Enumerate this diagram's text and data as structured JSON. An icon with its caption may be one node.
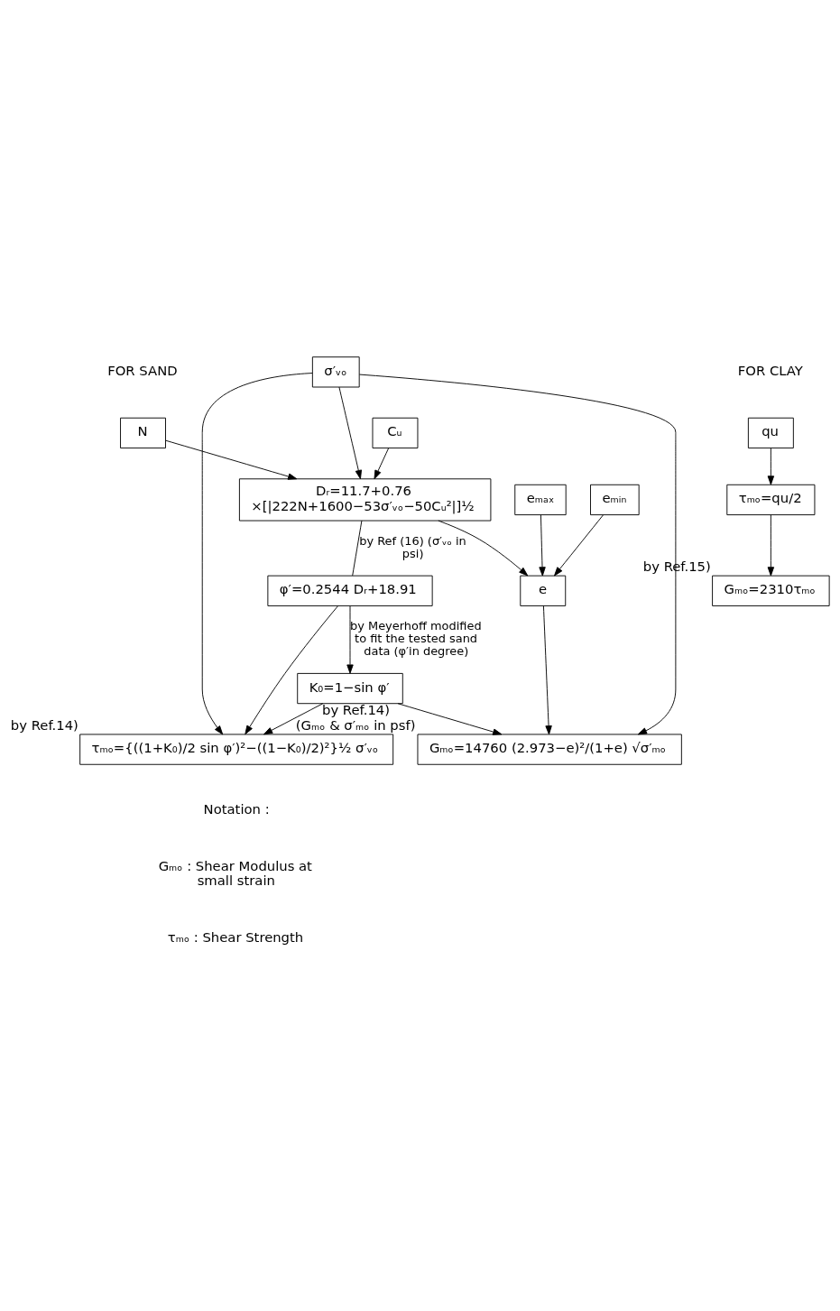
{
  "diagram": {
    "nodes": [
      {
        "text": [
          "σ′ᵥₒ"
        ]
      },
      {
        "text": [
          "N"
        ]
      },
      {
        "text": [
          "Cᵤ"
        ]
      },
      {
        "text": [
          "eₘₐₓ"
        ]
      },
      {
        "text": [
          "eₘᵢₙ"
        ]
      },
      {
        "text": [
          "qu"
        ]
      },
      {
        "text": [
          "Dᵣ=11.7+0.76 ×[|222N+1600−53σ′ᵥₒ−50Cᵤ²|]½"
        ]
      },
      {
        "text": [
          "φ′=0.2544 Dᵣ+18.91"
        ]
      },
      {
        "text": [
          "K₀=1−sin φ′"
        ]
      },
      {
        "text": [
          "e"
        ]
      },
      {
        "text": [
          "Gₘₒ=14760 (2.973−e)²/(1+e) √σ′ₘₒ"
        ],
        "beside": [
          "by Ref.14)",
          "(Gₘₒ & σ′ₘₒ in psf)"
        ]
      },
      {
        "text": [
          "τₘₒ={((1+K₀)/2 sin φ′)²−((1−K₀)/2)²}½ σ′ᵥₒ"
        ],
        "beside": [
          "by Ref.14)"
        ]
      },
      {
        "text": [
          "τₘₒ=qu/2"
        ]
      },
      {
        "text": [
          "Gₘₒ=2310τₘₒ"
        ],
        "beside": [
          "by Ref.15)"
        ]
      }
    ],
    "edges": [
      {
        "from": 0,
        "to": 6,
        "arrow": "to"
      },
      {
        "from": 1,
        "to": 6,
        "arrow": "to"
      },
      {
        "from": 2,
        "to": 6,
        "arrow": "to"
      },
      {
        "from": 3,
        "to": 9,
        "arrow": "to"
      },
      {
        "from": 4,
        "to": 9,
        "arrow": "to"
      },
      {
        "from": 6,
        "to": 9,
        "arrow": "to"
      },
      {
        "from": 6,
        "to": 7,
        "arrow": "none",
        "label": "by Ref (16) (σ′ᵥₒ in psi)"
      },
      {
        "from": 7,
        "to": 8,
        "arrow": "to",
        "label": "by Meyerhoff modified to fit the tested sand data (φ′in degree)"
      },
      {
        "from": 0,
        "to": 10,
        "arrow": "to"
      },
      {
        "from": 8,
        "to": 10,
        "arrow": "to"
      },
      {
        "from": 9,
        "to": 10,
        "arrow": "to"
      },
      {
        "from": 0,
        "to": 11,
        "arrow": "to"
      },
      {
        "from": 7,
        "to": 11,
        "arrow": "to"
      },
      {
        "from": 8,
        "to": 11,
        "arrow": "to"
      },
      {
        "from": 5,
        "to": 12,
        "arrow": "to"
      },
      {
        "from": 12,
        "to": 13,
        "arrow": "to"
      }
    ],
    "labels": [
      "FOR SAND",
      "FOR CLAY",
      "Notation :",
      "Gₘₒ : Shear Modulus at small strain",
      "τₘₒ : Shear Strength"
    ]
  }
}
